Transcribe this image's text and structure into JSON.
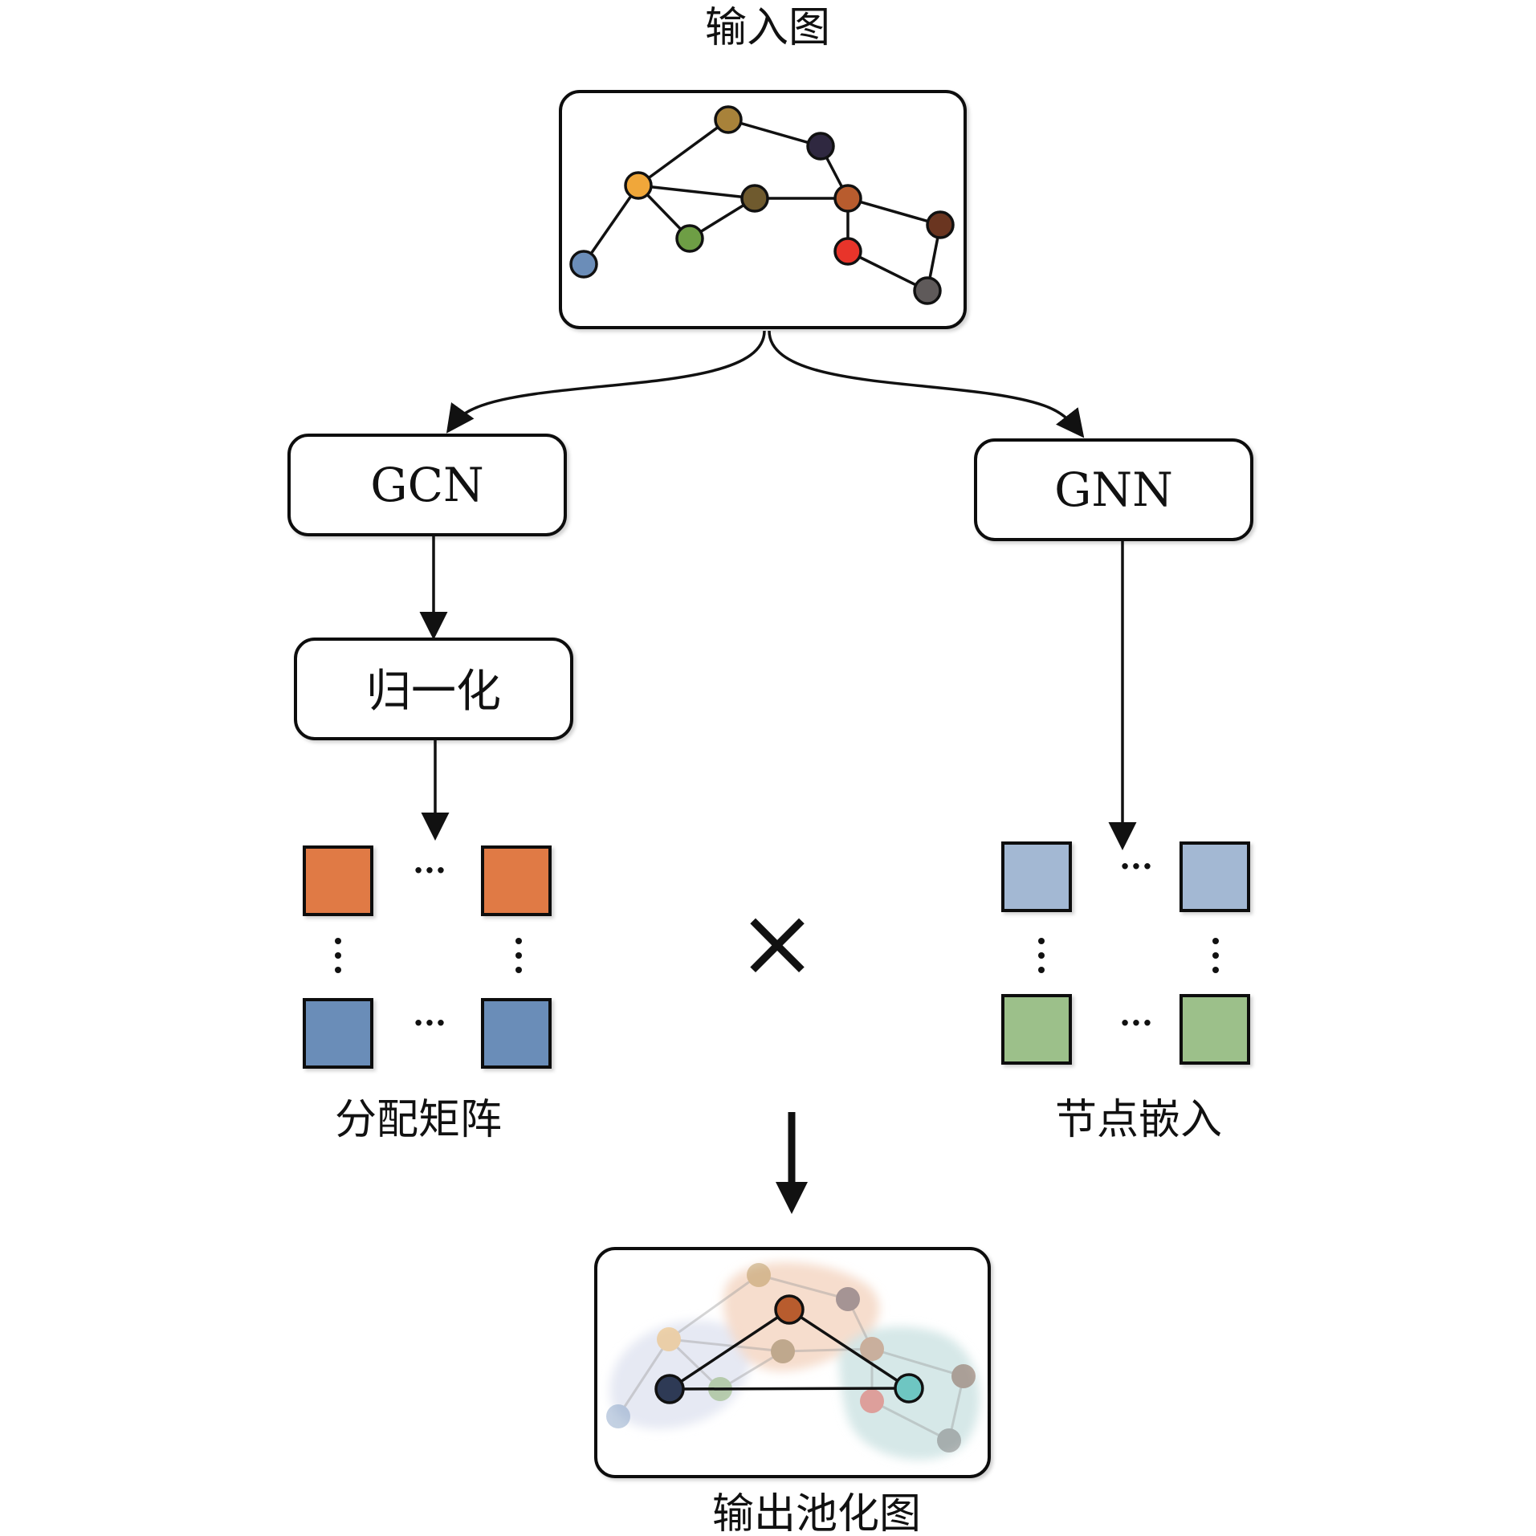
{
  "labels": {
    "input_graph": "输入图",
    "gcn": "GCN",
    "gnn": "GNN",
    "normalize": "归一化",
    "assignment_matrix": "分配矩阵",
    "node_embedding": "节点嵌入",
    "multiply": "×",
    "ellipsis": "···",
    "output_pooled_graph": "输出池化图"
  },
  "colors": {
    "assign_top": "#E07A45",
    "assign_bottom": "#6B8DB8",
    "embed_top": "#A3B8D3",
    "embed_bottom": "#9CC08A",
    "cluster_blue": "#E3E7F2",
    "cluster_orange": "#F5D9C8",
    "cluster_teal": "#D2E6E6"
  },
  "input_graph": {
    "nodes": [
      {
        "id": "n1",
        "color": "#A8823A"
      },
      {
        "id": "n2",
        "color": "#2F2840"
      },
      {
        "id": "n3",
        "color": "#F0A73A"
      },
      {
        "id": "n4",
        "color": "#6F5A2E"
      },
      {
        "id": "n5",
        "color": "#B85C2E"
      },
      {
        "id": "n6",
        "color": "#6E9E45"
      },
      {
        "id": "n7",
        "color": "#6B8DB8"
      },
      {
        "id": "n8",
        "color": "#6A3520"
      },
      {
        "id": "n9",
        "color": "#E8342A"
      },
      {
        "id": "n10",
        "color": "#5F5A5A"
      }
    ]
  },
  "output_graph": {
    "super_nodes": [
      {
        "id": "s1",
        "color": "#2E3A55"
      },
      {
        "id": "s2",
        "color": "#B85C2E"
      },
      {
        "id": "s3",
        "color": "#6EC6C2"
      }
    ]
  }
}
